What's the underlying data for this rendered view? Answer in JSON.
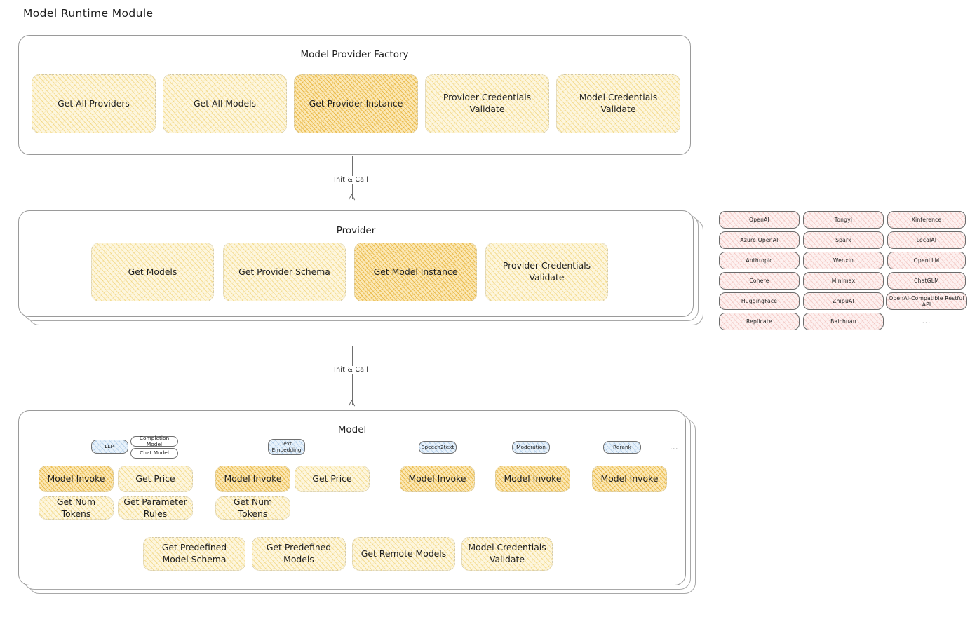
{
  "page": {
    "title": "Model Runtime Module"
  },
  "factory": {
    "title": "Model Provider Factory",
    "methods": [
      {
        "label": "Get All Providers",
        "highlight": false
      },
      {
        "label": "Get All Models",
        "highlight": false
      },
      {
        "label": "Get Provider Instance",
        "highlight": true
      },
      {
        "label": "Provider Credentials Validate",
        "highlight": false
      },
      {
        "label": "Model Credentials Validate",
        "highlight": false
      }
    ]
  },
  "arrows": [
    {
      "label": "Init & Call"
    },
    {
      "label": "Init & Call"
    }
  ],
  "provider": {
    "title": "Provider",
    "methods": [
      {
        "label": "Get Models",
        "highlight": false
      },
      {
        "label": "Get Provider Schema",
        "highlight": false
      },
      {
        "label": "Get Model Instance",
        "highlight": true
      },
      {
        "label": "Provider Credentials Validate",
        "highlight": false
      }
    ]
  },
  "provider_list": {
    "columns": [
      {
        "items": [
          "OpenAI",
          "Azure OpenAI",
          "Anthropic",
          "Cohere",
          "HuggingFace",
          "Replicate"
        ],
        "ellipsis": false
      },
      {
        "items": [
          "Tongyi",
          "Spark",
          "Wenxin",
          "Minimax",
          "ZhipuAI",
          "Baichuan"
        ],
        "ellipsis": false
      },
      {
        "items": [
          "Xinference",
          "LocalAI",
          "OpenLLM",
          "ChatGLM",
          "OpenAI-Compatible Restful API"
        ],
        "ellipsis": true
      }
    ],
    "ellipsis_label": "..."
  },
  "model": {
    "title": "Model",
    "trailing_ellipsis": "...",
    "types": [
      {
        "badge": "LLM",
        "sub_badges": [
          "Completion Model",
          "Chat Model"
        ],
        "methods": [
          {
            "label": "Model Invoke",
            "highlight": true
          },
          {
            "label": "Get Price",
            "highlight": false
          },
          {
            "label": "Get Num Tokens",
            "highlight": false
          },
          {
            "label": "Get Parameter Rules",
            "highlight": false
          }
        ]
      },
      {
        "badge": "Text Embedding",
        "sub_badges": [],
        "methods": [
          {
            "label": "Model Invoke",
            "highlight": true
          },
          {
            "label": "Get Price",
            "highlight": false
          },
          {
            "label": "Get Num Tokens",
            "highlight": false
          }
        ]
      },
      {
        "badge": "Speech2text",
        "sub_badges": [],
        "methods": [
          {
            "label": "Model Invoke",
            "highlight": true
          }
        ]
      },
      {
        "badge": "Moderation",
        "sub_badges": [],
        "methods": [
          {
            "label": "Model Invoke",
            "highlight": true
          }
        ]
      },
      {
        "badge": "Rerank",
        "sub_badges": [],
        "methods": [
          {
            "label": "Model Invoke",
            "highlight": true
          }
        ]
      }
    ],
    "common_methods": [
      {
        "label": "Get Predefined Model Schema"
      },
      {
        "label": "Get Predefined Models"
      },
      {
        "label": "Get Remote Models"
      },
      {
        "label": "Model Credentials Validate"
      }
    ]
  },
  "colors": {
    "fill_yellow": "#fdf6de",
    "fill_yellow_strong": "#fbe8b6",
    "fill_pink": "#fdf1f0",
    "fill_blue": "#e8f2fb",
    "stroke": "#9a9a9a",
    "text": "#1e1e1e"
  }
}
